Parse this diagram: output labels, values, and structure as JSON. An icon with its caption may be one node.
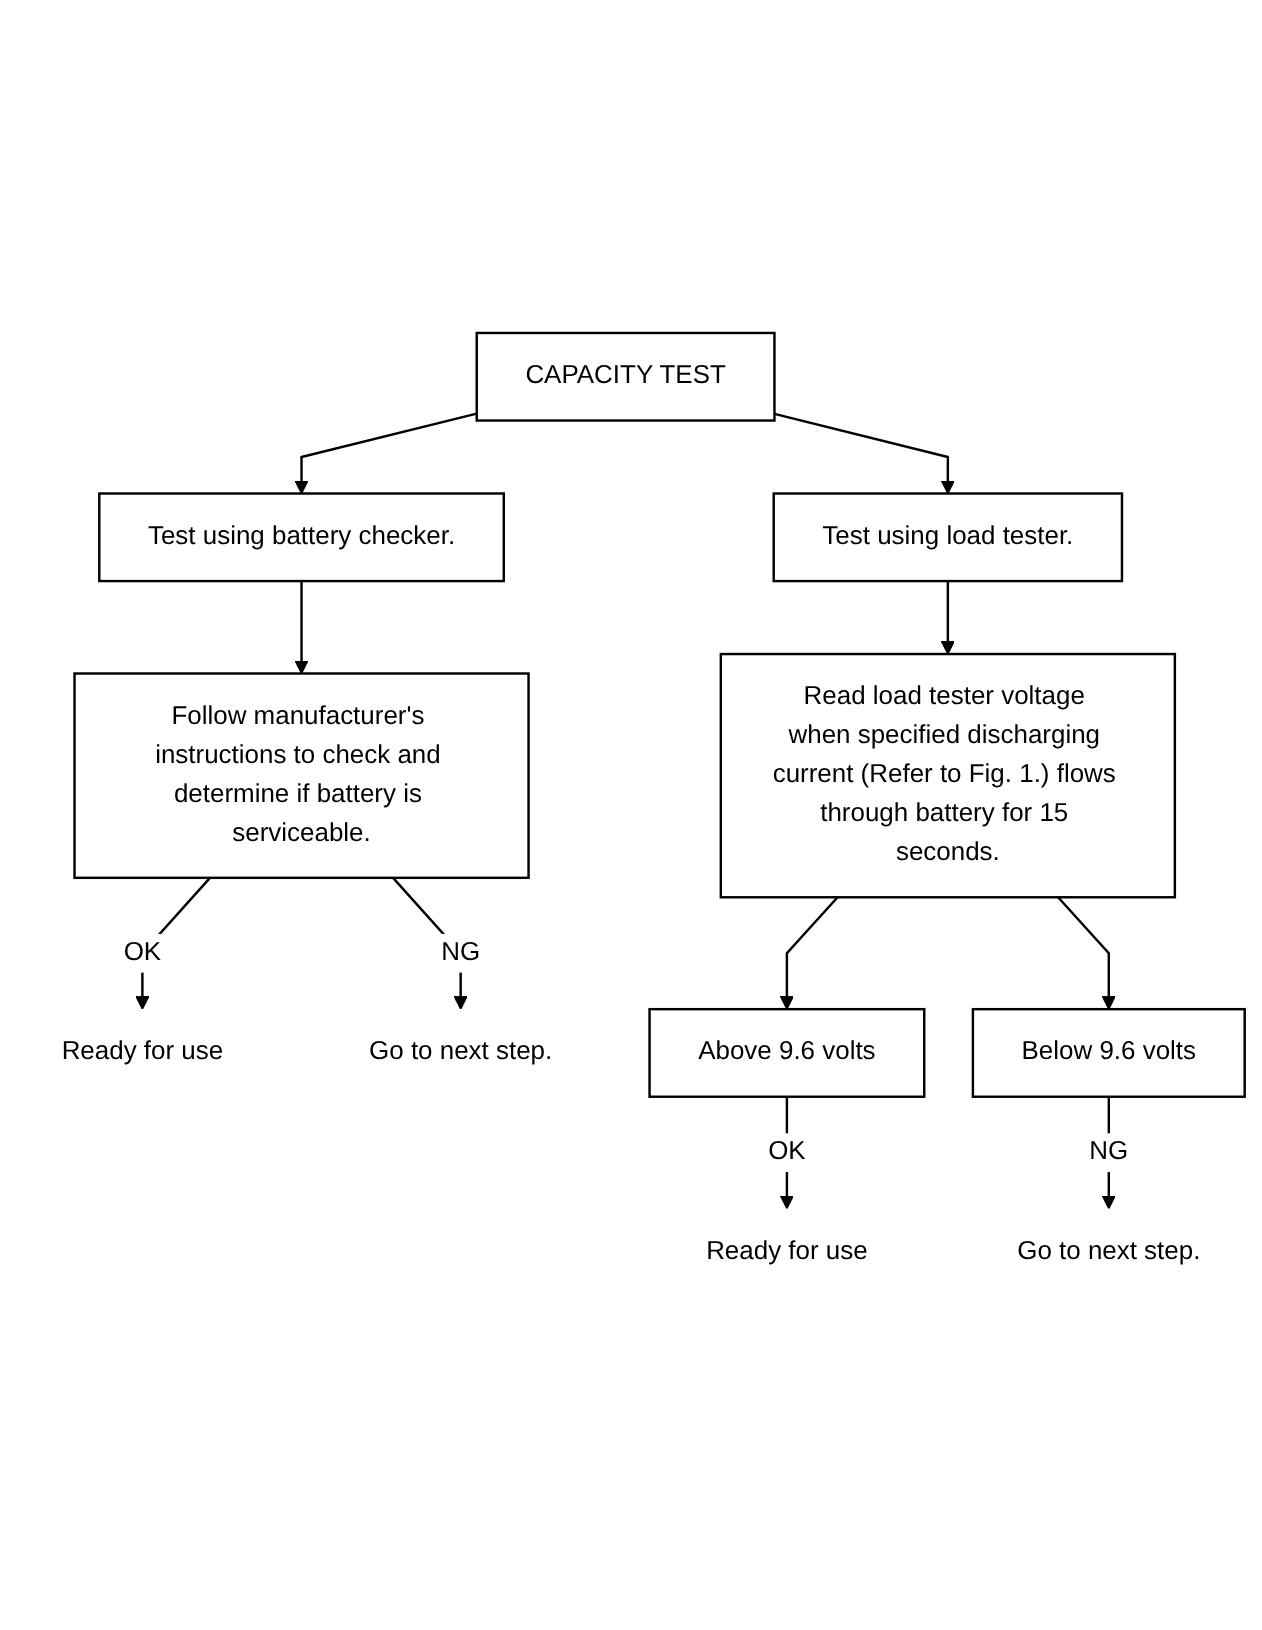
{
  "diagram": {
    "nodes": [
      {
        "text": [
          "CAPACITY TEST"
        ]
      },
      {
        "text": [
          "Test using battery checker."
        ]
      },
      {
        "text": [
          "Test using load tester."
        ]
      },
      {
        "text": [
          "Follow manufacturer's instructions to check and determine if battery is serviceable."
        ]
      },
      {
        "text": [
          "Ready for use"
        ]
      },
      {
        "text": [
          "Go to next step."
        ]
      },
      {
        "text": [
          "Read load tester voltage when specified discharging current (Refer to Fig. 1.) flows through battery for 15 seconds."
        ]
      },
      {
        "text": [
          "Above 9.6 volts"
        ]
      },
      {
        "text": [
          "Below 9.6 volts"
        ]
      },
      {
        "text": [
          "Ready for use"
        ]
      },
      {
        "text": [
          "Go to next step."
        ]
      }
    ],
    "edges": [
      {
        "from": 0,
        "to": 1,
        "arrow": "to"
      },
      {
        "from": 0,
        "to": 2,
        "arrow": "to"
      },
      {
        "from": 1,
        "to": 3,
        "arrow": "to"
      },
      {
        "from": 2,
        "to": 6,
        "arrow": "to"
      },
      {
        "from": 3,
        "to": 4,
        "label": "OK",
        "arrow": "to"
      },
      {
        "from": 3,
        "to": 5,
        "label": "NG",
        "arrow": "to"
      },
      {
        "from": 6,
        "to": 7,
        "arrow": "to"
      },
      {
        "from": 6,
        "to": 8,
        "arrow": "to"
      },
      {
        "from": 7,
        "to": 9,
        "label": "OK",
        "arrow": "to"
      },
      {
        "from": 8,
        "to": 10,
        "label": "NG",
        "arrow": "to"
      }
    ]
  }
}
